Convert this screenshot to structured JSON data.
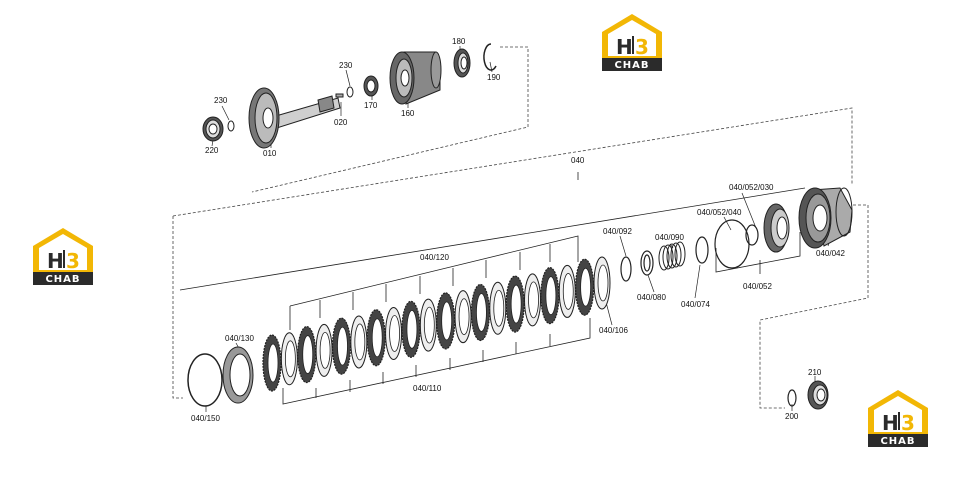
{
  "labels": {
    "l230a": "230",
    "l230b": "230",
    "l220": "220",
    "l010": "010",
    "l020": "020",
    "l170": "170",
    "l160": "160",
    "l180": "180",
    "l190": "190",
    "l040": "040",
    "l040_052_030": "040/052/030",
    "l040_052_040": "040/052/040",
    "l040_092": "040/092",
    "l040_090": "040/090",
    "l040_120": "040/120",
    "l040_080": "040/080",
    "l040_074": "040/074",
    "l040_052": "040/052",
    "l040_042": "040/042",
    "l040_106": "040/106",
    "l040_130": "040/130",
    "l040_110": "040/110",
    "l040_150": "040/150",
    "l210": "210",
    "l200": "200"
  },
  "logo": {
    "letter_h": "H",
    "letter_3": "3",
    "caption": "CHAB",
    "color_yellow": "#f2b705",
    "color_dark": "#2b2b2b"
  },
  "colors": {
    "line": "#222222",
    "dash": "#444444"
  }
}
